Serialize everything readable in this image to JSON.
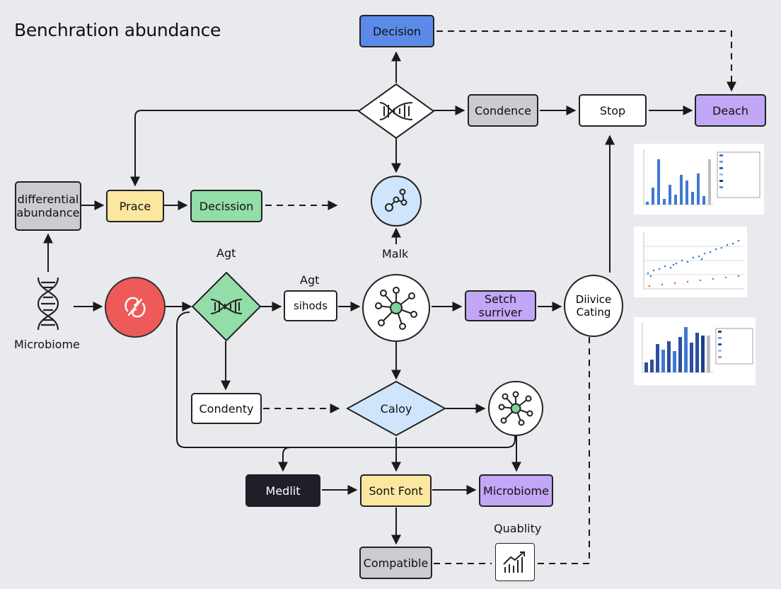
{
  "title": "Benchration abundance",
  "colors": {
    "blue": "#5b8ae8",
    "gray": "#cbcbd0",
    "white": "#ffffff",
    "purple": "#c1a7f5",
    "yellow": "#fbe7a0",
    "green": "#92dda8",
    "dark": "#1e1f29",
    "lightblue": "#cfe5fb",
    "red": "#ee5a5a"
  },
  "nodes": {
    "decision_top": "Decision",
    "condence": "Condence",
    "stop": "Stop",
    "deach": "Deach",
    "differential": "differential abundance",
    "prace": "Prace",
    "decission": "Decission",
    "sihods": "sihods",
    "setch": "Setch surriver",
    "condenty": "Condenty",
    "caloy": "Caloy",
    "medlit": "Medlit",
    "sont_font": "Sont Font",
    "microbiome_box": "Microbiome",
    "compatible": "Compatible",
    "diivice": "Diivice Cating"
  },
  "labels": {
    "agt_left": "Agt",
    "agt_mid": "Agt",
    "malk": "Malk",
    "microbiome": "Microbiome",
    "quablity": "Quablity"
  },
  "icons": [
    "dna-icon",
    "molecule-icon",
    "network-icon",
    "chart-icon"
  ]
}
